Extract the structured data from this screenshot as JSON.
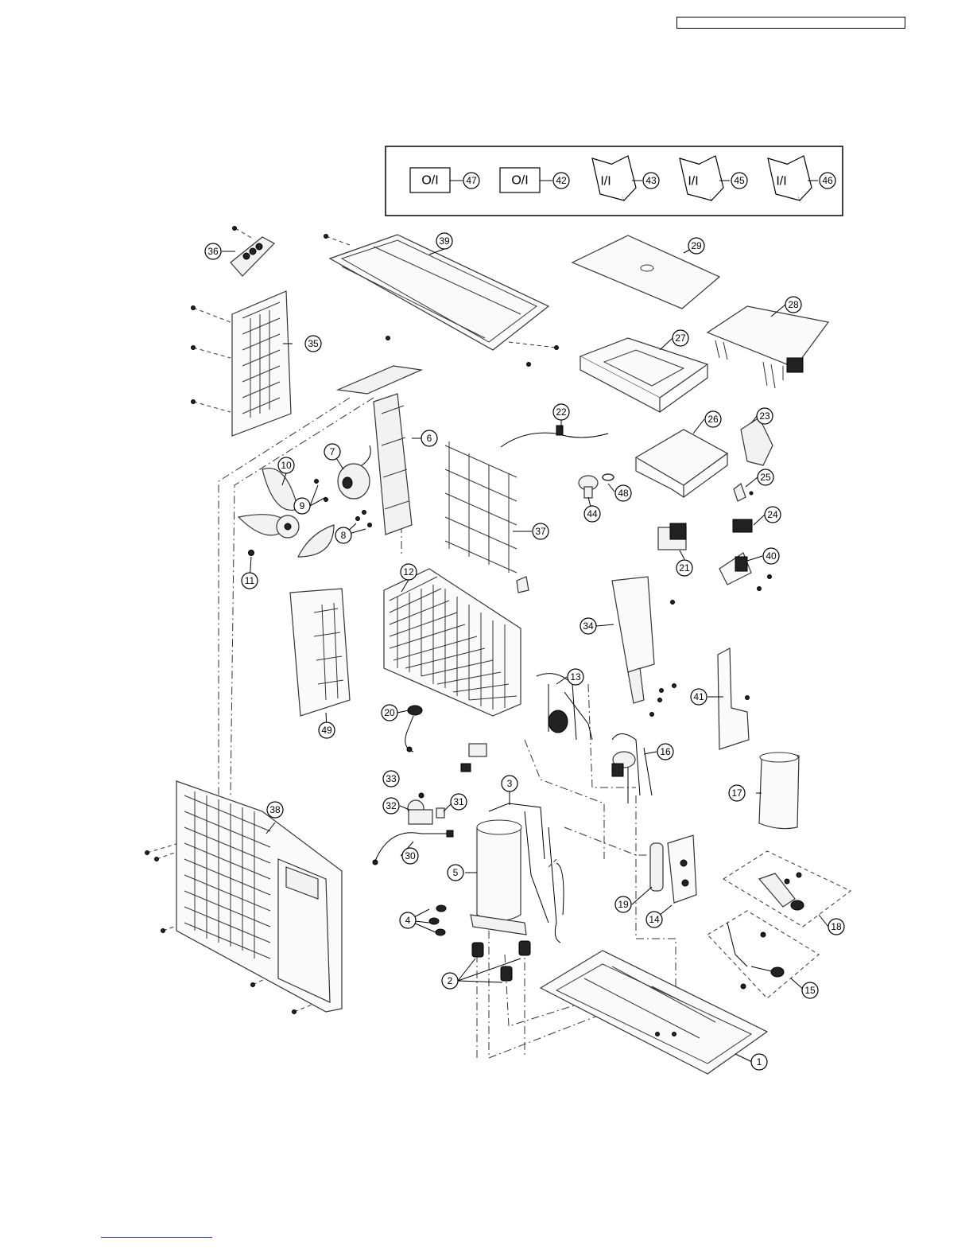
{
  "documents": [
    {
      "label": "O/I",
      "callout": "47",
      "kind": "sheet"
    },
    {
      "label": "O/I",
      "callout": "42",
      "kind": "sheet"
    },
    {
      "label": "I/I",
      "callout": "43",
      "kind": "booklet"
    },
    {
      "label": "I/I",
      "callout": "45",
      "kind": "booklet"
    },
    {
      "label": "I/I",
      "callout": "46",
      "kind": "booklet"
    }
  ],
  "callouts": [
    "1",
    "2",
    "3",
    "4",
    "5",
    "6",
    "7",
    "8",
    "9",
    "10",
    "11",
    "12",
    "13",
    "14",
    "15",
    "16",
    "17",
    "18",
    "19",
    "20",
    "21",
    "22",
    "23",
    "24",
    "25",
    "26",
    "27",
    "28",
    "29",
    "30",
    "31",
    "32",
    "33",
    "34",
    "35",
    "36",
    "37",
    "38",
    "39",
    "40",
    "41",
    "44",
    "48",
    "49"
  ],
  "colors": {
    "line": "#000000",
    "footer_link": "#1a3cc9"
  }
}
